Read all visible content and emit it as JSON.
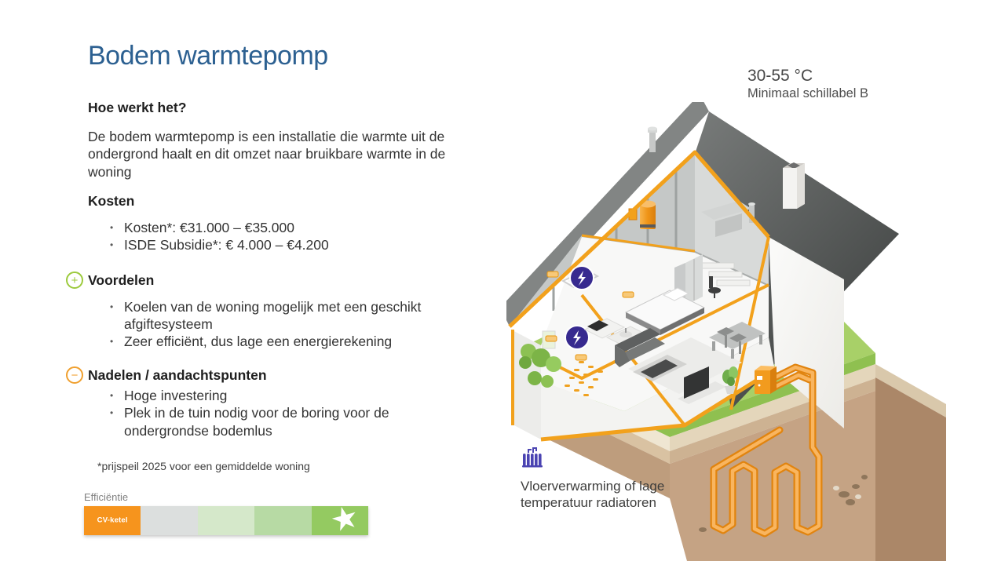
{
  "slide": {
    "title": "Bodem warmtepomp",
    "how_heading": "Hoe werkt het?",
    "how_body": "De bodem warmtepomp is een installatie die warmte uit de ondergrond haalt en dit omzet naar bruikbare warmte in de woning",
    "kosten_heading": "Kosten",
    "kosten_bullets": [
      "Kosten*: €31.000 – €35.000",
      "ISDE Subsidie*: € 4.000 – €4.200"
    ],
    "voordelen_heading": "Voordelen",
    "voordelen_bullets": [
      "Koelen van de woning mogelijk met een geschikt afgiftesysteem",
      "Zeer efficiënt, dus lage een energierekening"
    ],
    "nadelen_heading": "Nadelen / aandachtspunten",
    "nadelen_bullets": [
      "Hoge investering",
      "Plek in de tuin nodig voor de boring voor de ondergrondse bodemlus"
    ],
    "footnote": "*prijspeil 2025 voor een gemiddelde woning",
    "efficiency": {
      "label": "Efficiëntie",
      "first_segment_label": "CV-ketel",
      "segment_colors": [
        "#F6941D",
        "#DCDFDE",
        "#D5E8CA",
        "#B7DAA4",
        "#94CA61"
      ],
      "star_segment_index": 4
    },
    "temperature": {
      "value": "30-55 °C",
      "sub": "Minimaal schillabel B"
    },
    "illustration_caption": "Vloerverwarming of lage temperatuur radiatoren",
    "icons": {
      "plus": "+",
      "minus": "−",
      "star": "★",
      "bullet": "•"
    },
    "colors": {
      "title_blue": "#2c6091",
      "accent_orange": "#F2A11C",
      "plus_green": "#9cca3c",
      "minus_orange": "#f0a02f",
      "pipe_orange": "#E1840F",
      "badge_indigo": "#372A8F",
      "radiator_purple": "#4B44B2"
    }
  }
}
